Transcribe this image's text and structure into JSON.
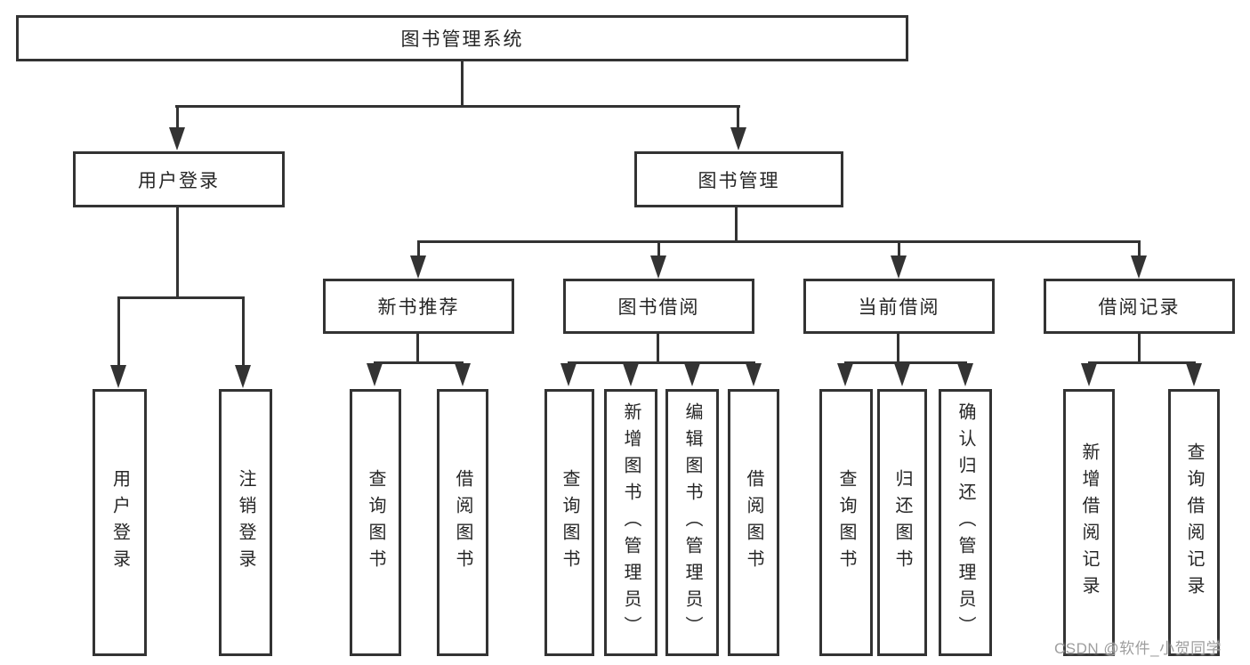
{
  "diagram": {
    "type": "tree",
    "root": {
      "label": "图书管理系统",
      "children": [
        {
          "label": "用户登录",
          "children": [
            {
              "label": "用户登录"
            },
            {
              "label": "注销登录"
            }
          ]
        },
        {
          "label": "图书管理",
          "children": [
            {
              "label": "新书推荐",
              "children": [
                {
                  "label": "查询图书"
                },
                {
                  "label": "借阅图书"
                }
              ]
            },
            {
              "label": "图书借阅",
              "children": [
                {
                  "label": "查询图书"
                },
                {
                  "label": "新增图书（管理员）"
                },
                {
                  "label": "编辑图书（管理员）"
                },
                {
                  "label": "借阅图书"
                }
              ]
            },
            {
              "label": "当前借阅",
              "children": [
                {
                  "label": "查询图书"
                },
                {
                  "label": "归还图书"
                },
                {
                  "label": "确认归还（管理员）"
                }
              ]
            },
            {
              "label": "借阅记录",
              "children": [
                {
                  "label": "新增借阅记录"
                },
                {
                  "label": "查询借阅记录"
                }
              ]
            }
          ]
        }
      ]
    }
  },
  "watermark": {
    "text": "CSDN @软件_小贺同学"
  },
  "colors": {
    "line": "#333333",
    "text": "#262626",
    "background": "#ffffff",
    "watermark": "#9e9e9e"
  }
}
